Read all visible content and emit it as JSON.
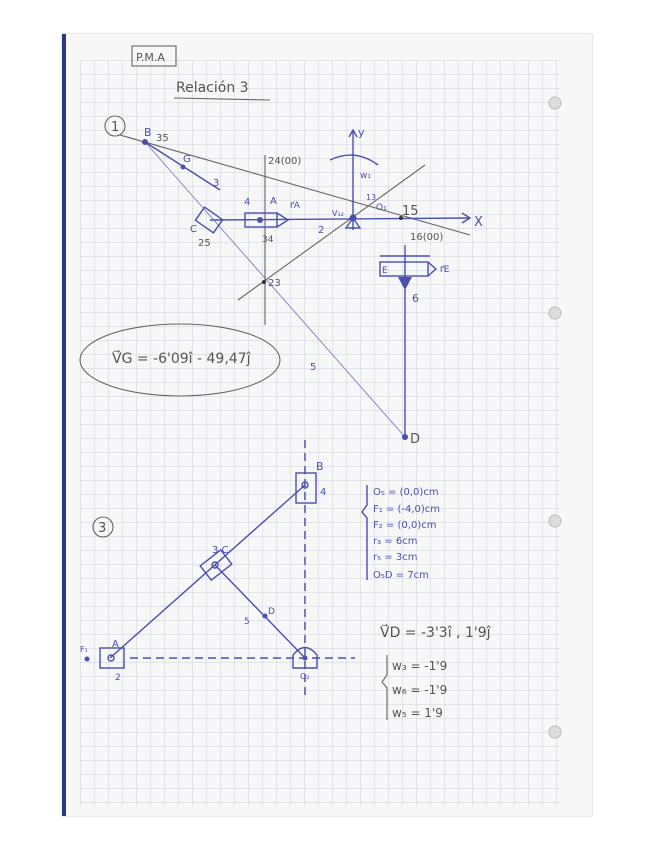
{
  "header": {
    "tag": "P.M.A",
    "title": "Relación 3"
  },
  "problem1": {
    "number": "1",
    "labels": {
      "B": "B",
      "n35": "35",
      "G": "G",
      "n3": "3",
      "n24": "24(00)",
      "n4": "4",
      "A": "A",
      "rA": "r⃗A",
      "n34": "34",
      "C": "C",
      "n25": "25",
      "n2": "2",
      "n23": "23",
      "w": "w₁",
      "n12": "V₁₂",
      "n13": "13",
      "O": "O₁",
      "n15": "15",
      "n16": "16(00)",
      "x": "X",
      "y": "y",
      "E": "E",
      "rE": "r⃗E",
      "n6": "6",
      "n5": "5",
      "D": "D"
    },
    "result": "V⃗G = -6'09î - 49,47ĵ"
  },
  "problem3": {
    "number": "3",
    "labels": {
      "A": "A",
      "F": "F₁",
      "n2": "2",
      "C": "3 C",
      "B": "B",
      "n4": "4",
      "n5": "5",
      "D": "D",
      "O": "O₂"
    },
    "givens": [
      "O₅ = (0,0)cm",
      "F₁ = (-4,0)cm",
      "F₂ = (0,0)cm",
      "r₃ = 6cm",
      "r₅ = 3cm",
      "O₅D = 7cm"
    ],
    "result": "V⃗D = -3'3î , 1'9ĵ",
    "omegas": [
      "w₃ = -1'9",
      "w₆ = -1'9",
      "w₅ = 1'9"
    ]
  },
  "colors": {
    "ink": "#4a4fb0",
    "pencil": "#555555",
    "grid": "#cfd1d9",
    "binding": "#2b3a78"
  }
}
